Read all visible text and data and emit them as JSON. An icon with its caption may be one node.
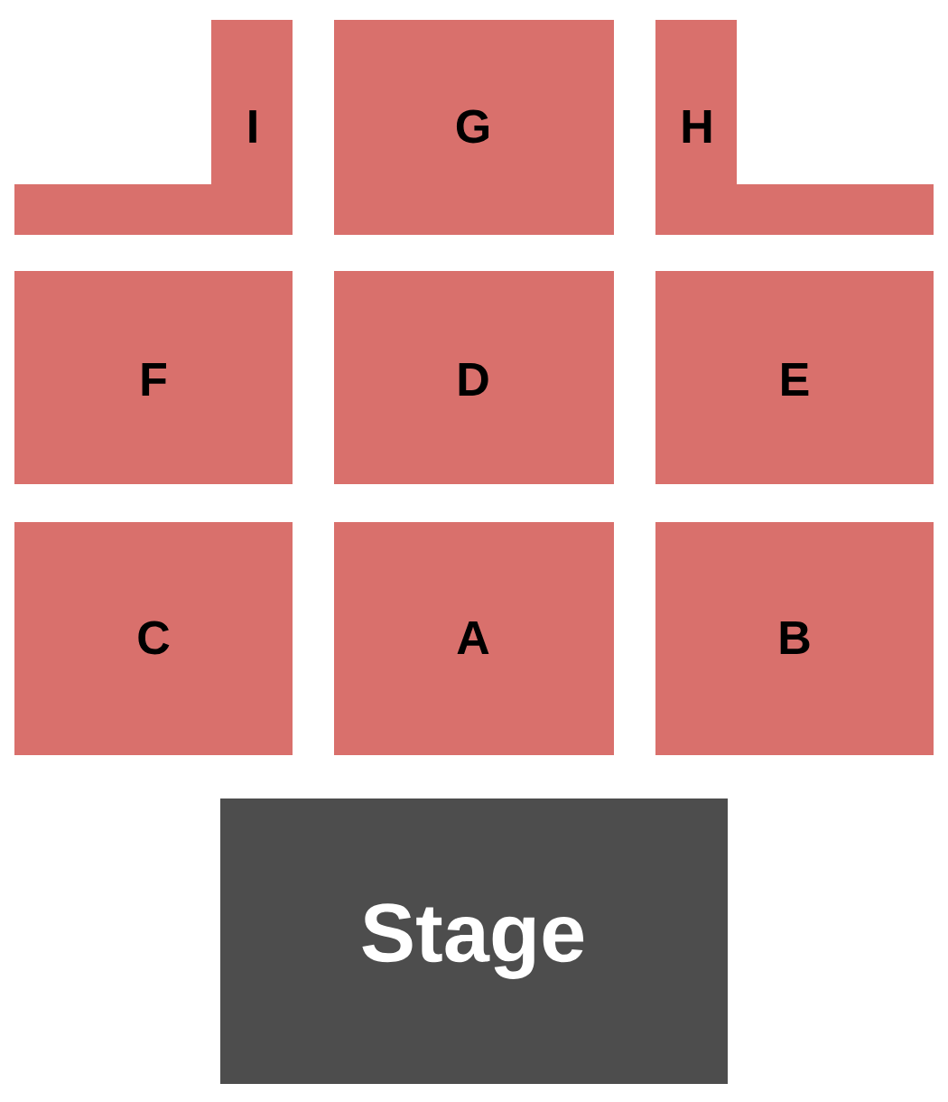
{
  "diagram": {
    "nodes": [
      {
        "text": [
          "I"
        ]
      },
      {
        "text": [
          "G"
        ]
      },
      {
        "text": [
          "H"
        ]
      },
      {
        "text": [
          "F"
        ]
      },
      {
        "text": [
          "D"
        ]
      },
      {
        "text": [
          "E"
        ]
      },
      {
        "text": [
          "C"
        ]
      },
      {
        "text": [
          "A"
        ]
      },
      {
        "text": [
          "B"
        ]
      },
      {
        "text": [
          "Stage"
        ]
      }
    ]
  }
}
